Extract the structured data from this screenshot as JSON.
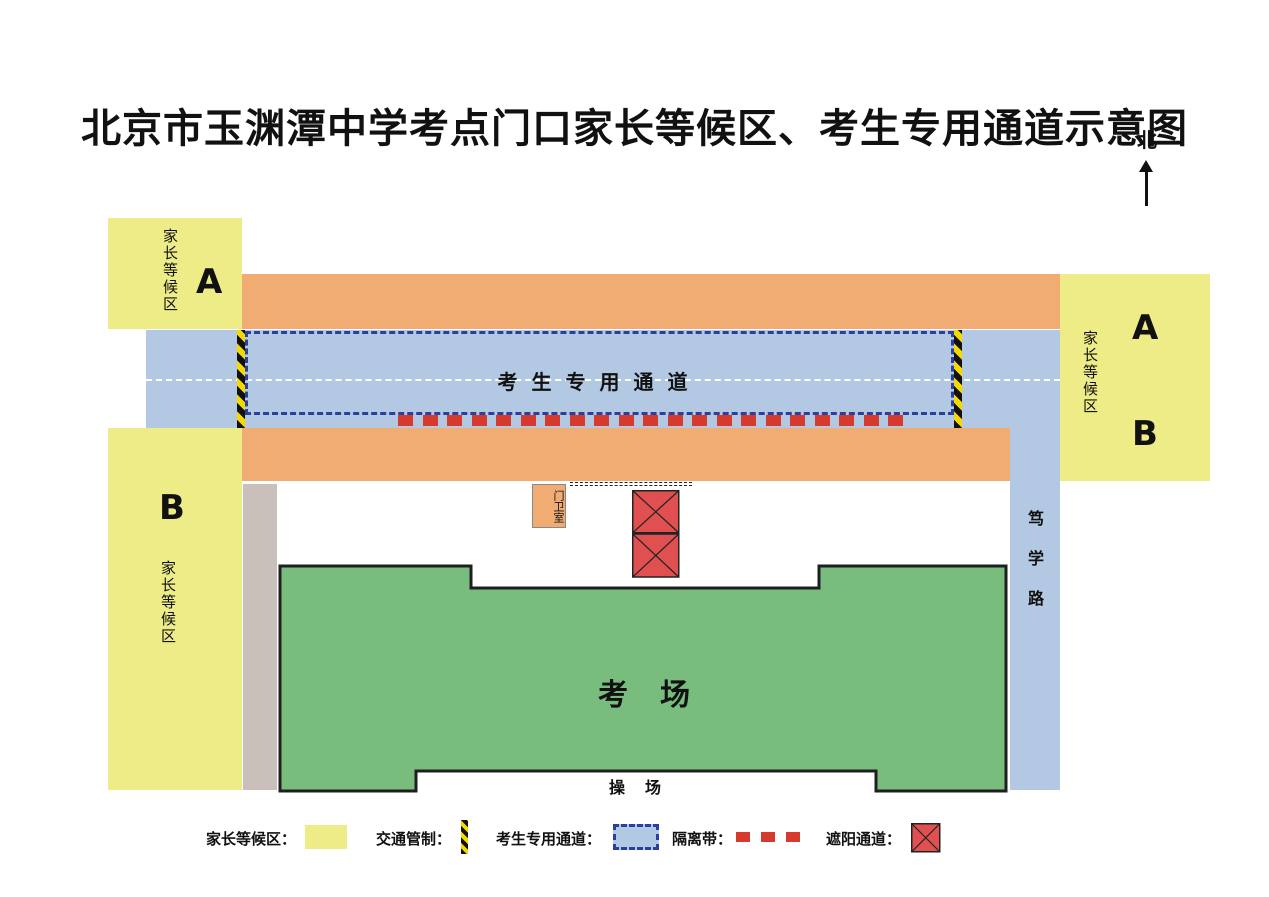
{
  "title": "北京市玉渊潭中学考点门口家长等候区、考生专用通道示意图",
  "compass": {
    "label": "北",
    "icon": "north-arrow-icon"
  },
  "zones": {
    "waiting_area_label": "家长等候区",
    "letter_a": "A",
    "letter_b": "B"
  },
  "road": {
    "label": "笃学路"
  },
  "channel": {
    "label": "考生专用通道"
  },
  "guardroom": {
    "label": "门卫室"
  },
  "exam_building": {
    "label": "考场"
  },
  "playground": {
    "label": "操场"
  },
  "legend": [
    {
      "label": "家长等候区：",
      "swatch": "yellow-area"
    },
    {
      "label": "交通管制：",
      "swatch": "hazard-stripe"
    },
    {
      "label": "考生专用通道：",
      "swatch": "dashed-channel"
    },
    {
      "label": "隔离带：",
      "swatch": "red-dashes"
    },
    {
      "label": "遮阳通道：",
      "swatch": "sunshade-box"
    }
  ],
  "colors": {
    "waiting_area": "#eeec86",
    "sidewalk": "#f0ac73",
    "road": "#b3c9e3",
    "exam_building": "#78bd7e",
    "channel_border": "#2b3f9c",
    "isolation_belt": "#d63a2c",
    "sunshade": "#e05050"
  }
}
